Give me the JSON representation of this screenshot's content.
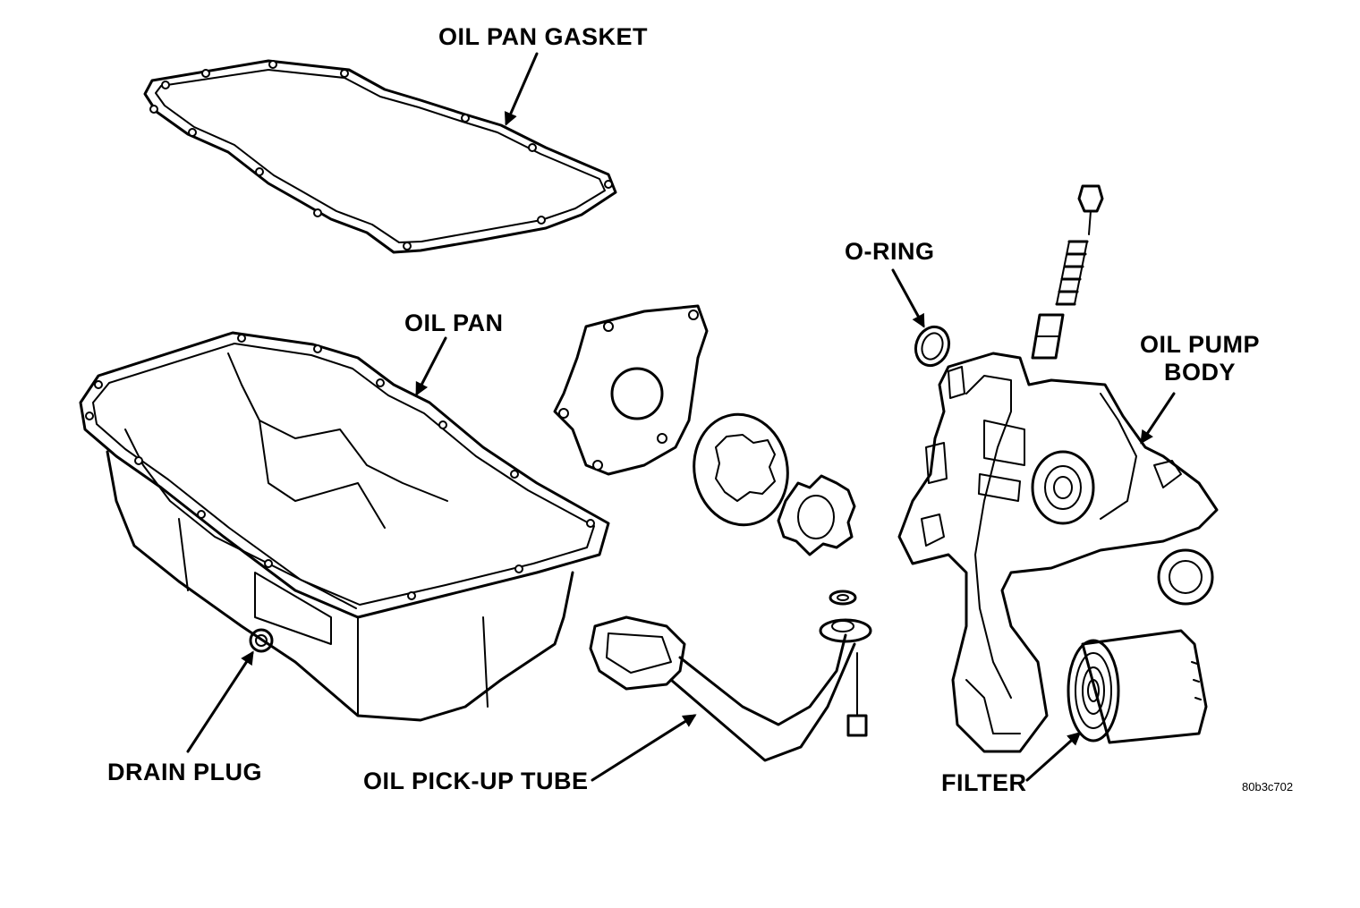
{
  "labels": {
    "oil_pan_gasket": "OIL PAN GASKET",
    "oil_pan": "OIL PAN",
    "o_ring": "O-RING",
    "oil_pump_body_line1": "OIL PUMP",
    "oil_pump_body_line2": "BODY",
    "drain_plug": "DRAIN PLUG",
    "oil_pick_up_tube": "OIL PICK-UP TUBE",
    "filter": "FILTER"
  },
  "figure_code": "80b3c702",
  "colors": {
    "ink": "#000000",
    "paper": "#ffffff"
  }
}
